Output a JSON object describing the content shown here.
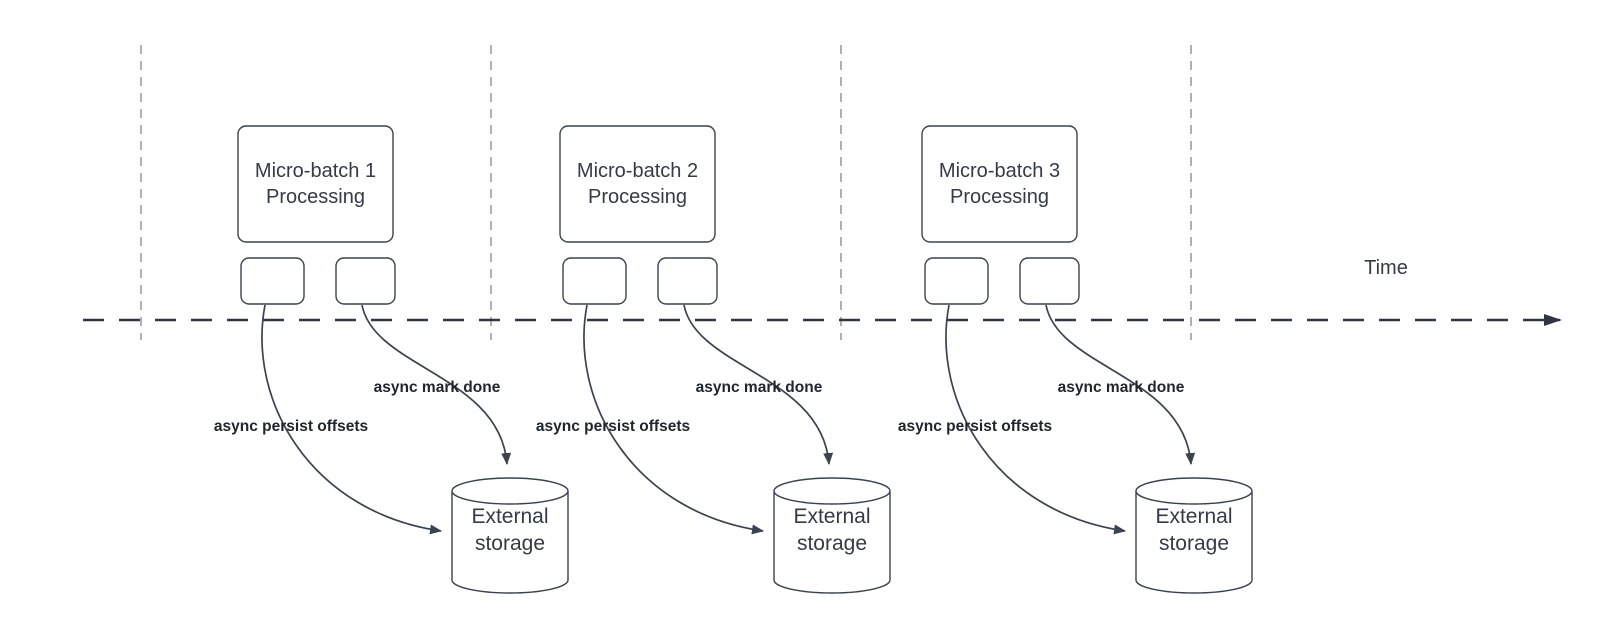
{
  "colors": {
    "background": "#ffffff",
    "stroke_dark": "#3a434f",
    "stroke_light": "#a2a2a2",
    "timeline": "#2f3640",
    "text": "#333b47",
    "label_bold": "#20262e"
  },
  "timeline": {
    "label": "Time"
  },
  "groups": [
    {
      "title": "Micro-batch 1\nProcessing",
      "persist_label": "async persist offsets",
      "done_label": "async mark done",
      "storage_label": "External\nstorage"
    },
    {
      "title": "Micro-batch 2\nProcessing",
      "persist_label": "async persist offsets",
      "done_label": "async mark done",
      "storage_label": "External\nstorage"
    },
    {
      "title": "Micro-batch 3\nProcessing",
      "persist_label": "async persist offsets",
      "done_label": "async mark done",
      "storage_label": "External\nstorage"
    }
  ]
}
